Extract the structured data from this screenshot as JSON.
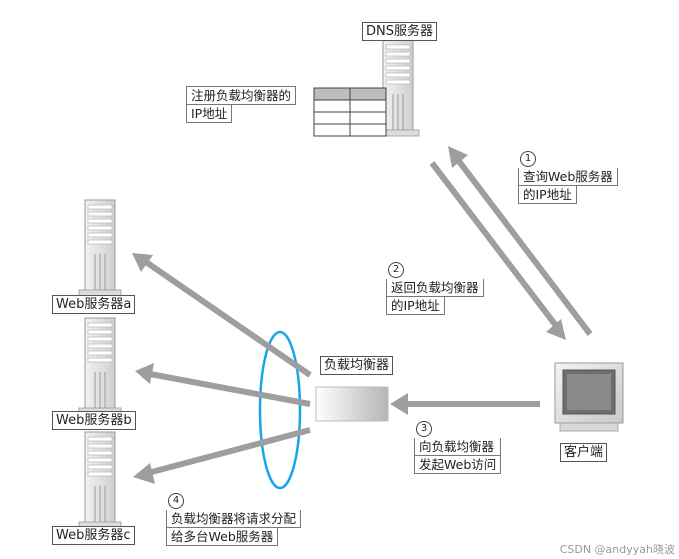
{
  "nodes": {
    "dns_server": "DNS服务器",
    "load_balancer": "负载均衡器",
    "client": "客户端",
    "web_a": "Web服务器a",
    "web_b": "Web服务器b",
    "web_c": "Web服务器c"
  },
  "dns_note": [
    "注册负载均衡器的",
    "IP地址"
  ],
  "steps": [
    {
      "num": "1",
      "lines": [
        "查询Web服务器",
        "的IP地址"
      ]
    },
    {
      "num": "2",
      "lines": [
        "返回负载均衡器",
        "的IP地址"
      ]
    },
    {
      "num": "3",
      "lines": [
        "向负载均衡器",
        "发起Web访问"
      ]
    },
    {
      "num": "4",
      "lines": [
        "负载均衡器将请求分配",
        "给多台Web服务器"
      ]
    }
  ],
  "credit": "CSDN @andyyah晓波"
}
